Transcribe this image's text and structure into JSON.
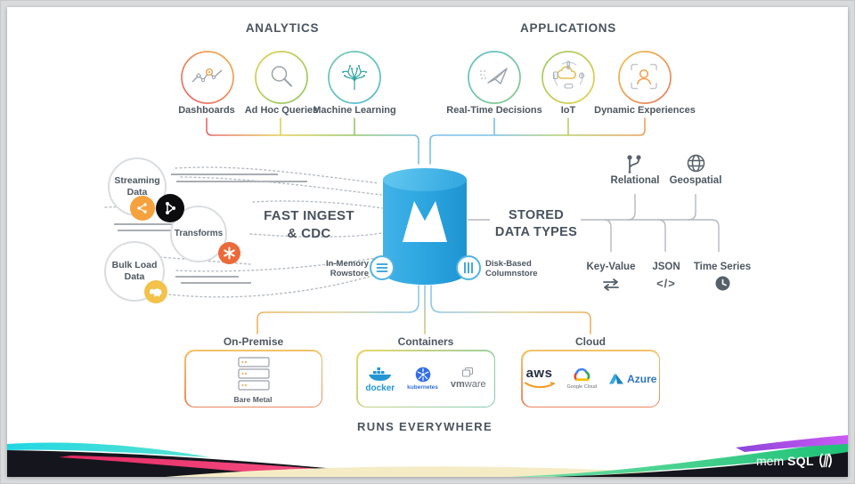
{
  "analytics": {
    "title": "ANALYTICS",
    "items": [
      {
        "label": "Dashboards"
      },
      {
        "label": "Ad Hoc Queries"
      },
      {
        "label": "Machine Learning"
      }
    ]
  },
  "applications": {
    "title": "APPLICATIONS",
    "items": [
      {
        "label": "Real-Time Decisions"
      },
      {
        "label": "IoT"
      },
      {
        "label": "Dynamic Experiences"
      }
    ]
  },
  "ingest": {
    "title_line1": "FAST INGEST",
    "title_line2": "& CDC",
    "sources": [
      {
        "label": "Streaming Data"
      },
      {
        "label": "Transforms"
      },
      {
        "label": "Bulk Load Data"
      }
    ]
  },
  "engine": {
    "rowstore_label": "In-Memory Rowstore",
    "columnstore_label": "Disk-Based Columnstore"
  },
  "stored_types": {
    "title_line1": "STORED",
    "title_line2": "DATA TYPES",
    "top": [
      {
        "label": "Relational",
        "icon": "branch-icon"
      },
      {
        "label": "Geospatial",
        "icon": "globe-icon"
      }
    ],
    "bottom": [
      {
        "label": "Key-Value",
        "icon": "swap-arrows-icon"
      },
      {
        "label": "JSON",
        "icon": "code-icon"
      },
      {
        "label": "Time Series",
        "icon": "clock-icon"
      }
    ],
    "json_icon_glyph": "</>"
  },
  "runs": {
    "title": "RUNS EVERYWHERE",
    "on_premise": {
      "label": "On-Premise",
      "item": "Bare Metal"
    },
    "containers": {
      "label": "Containers",
      "docker": "docker",
      "kubernetes": "kubernetes",
      "vmware_bold": "vm",
      "vmware_rest": "ware"
    },
    "cloud": {
      "label": "Cloud",
      "aws": "aws",
      "gcloud": "Google Cloud",
      "azure": "Azure"
    }
  },
  "footer": {
    "brand_prefix": "mem",
    "brand_suffix": "SQL"
  },
  "colors": {
    "cylinder_blue": "#2aa4df",
    "ink": "#4b5460",
    "line_gray": "#b6bcc3",
    "kafka_black": "#0c0c0e",
    "streaming_orange": "#f5a13d",
    "spark_orange": "#eb6a3a",
    "hadoop_yellow": "#f2c24a",
    "pink": "#ee3a6e",
    "green": "#2ec98a",
    "purple": "#bb4ff2",
    "cyan": "#1fd3e2"
  }
}
